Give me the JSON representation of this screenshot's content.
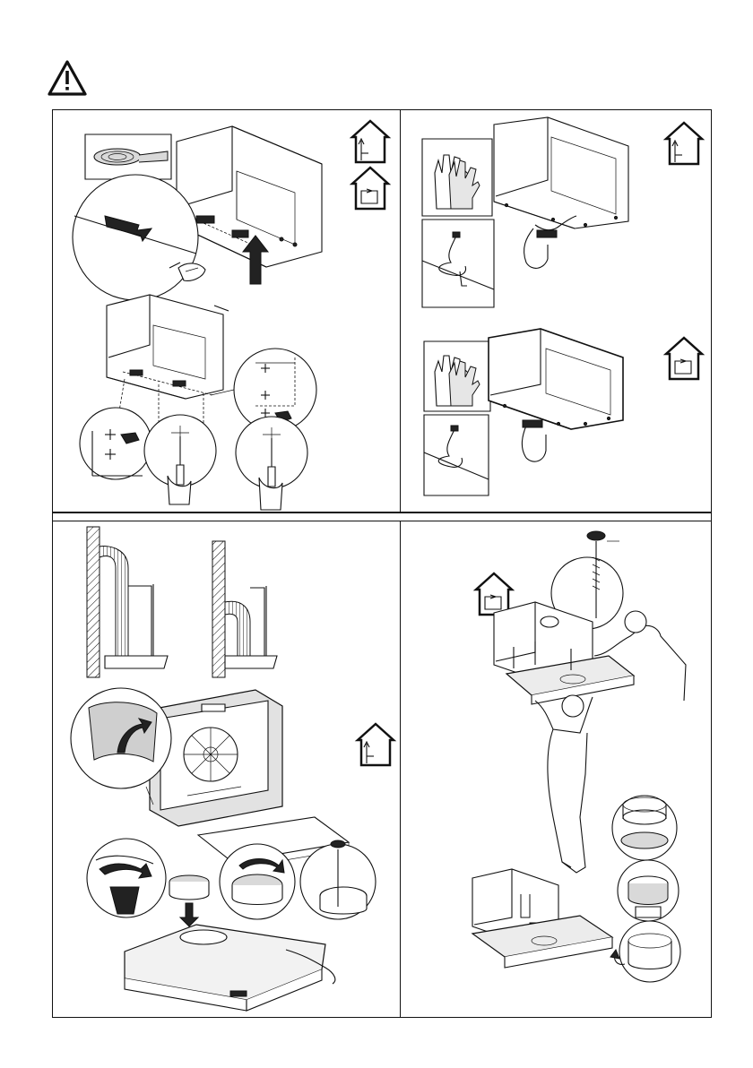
{
  "page": {
    "warning_icon": "warning-triangle-icon",
    "panels": [
      {
        "id": "p1",
        "icons": [
          "ducted-mode-house-icon",
          "recirculation-mode-house-icon"
        ]
      },
      {
        "id": "p2",
        "icons": [
          "ducted-mode-house-icon",
          "recirculation-mode-house-icon",
          "protective-gloves-icon"
        ]
      },
      {
        "id": "p3",
        "icons": [
          "ducted-mode-house-icon"
        ]
      },
      {
        "id": "p4",
        "icons": [
          "recirculation-mode-house-icon"
        ]
      }
    ]
  }
}
